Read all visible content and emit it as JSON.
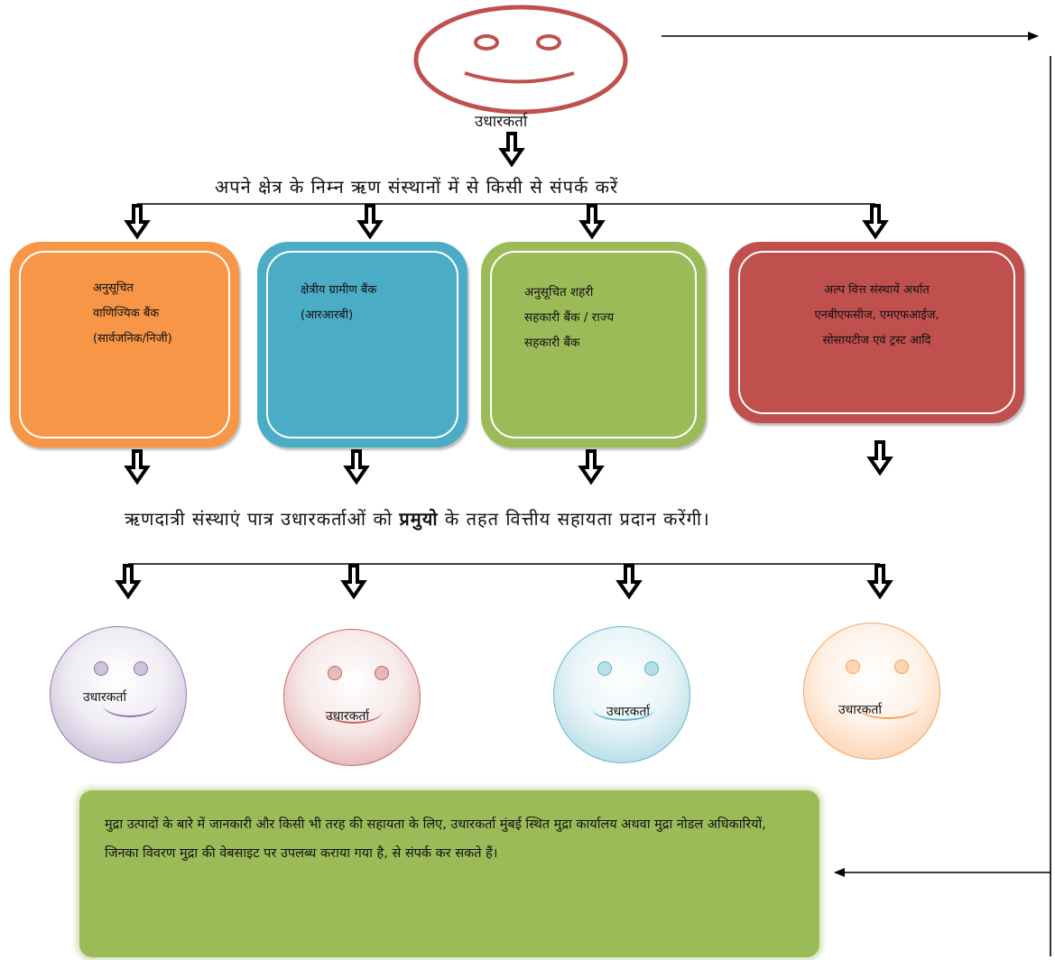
{
  "top_face": {
    "label": "उधारकर्ता"
  },
  "instruction": "अपने क्षेत्र के निम्न ऋण संस्थानों में से किसी से संपर्क करें",
  "institutions": [
    {
      "label": "अनुसूचित\nवाणिज्यिक बैंक\n(सार्वजनिक/निजी)",
      "color": "#f79646"
    },
    {
      "label": "क्षेत्रीय ग्रामीण बैंक\n(आरआरबी)",
      "color": "#4bacc6"
    },
    {
      "label": "अनुसूचित शहरी\nसहकारी बैंक / राज्य\nसहकारी बैंक",
      "color": "#9bbb59"
    },
    {
      "label": "अल्प वित्त संस्थायें अर्थात\nएनबीएफसीज, एमएफआईज,\nसोसायटीज एवं ट्रस्ट आदि",
      "color": "#c0504d"
    }
  ],
  "statement": {
    "before": "ऋणदात्री संस्थाएं पात्र उधारकर्ताओं को ",
    "bold": "प्रमुयो",
    "after": " के तहत वित्तीय सहायता प्रदान करेंगी।"
  },
  "borrowers": [
    {
      "label": "उधारकर्ता",
      "color": "#8064a2"
    },
    {
      "label": "उधारकर्ता",
      "color": "#c0504d"
    },
    {
      "label": "उधारकर्ता",
      "color": "#4bacc6"
    },
    {
      "label": "उधारकर्ता",
      "color": "#f79646"
    }
  ],
  "info_box": "मुद्रा उत्पादों के बारे में जानकारी और किसी भी तरह की सहायता के लिए, उधारकर्ता मुंबई स्थित मुद्रा कार्यालय अथवा मुद्रा नोडल अधिकारियों, जिनका विवरण मुद्रा की वेबसाइट पर उपलब्ध कराया गया है, से संपर्क कर सकते हैं।"
}
